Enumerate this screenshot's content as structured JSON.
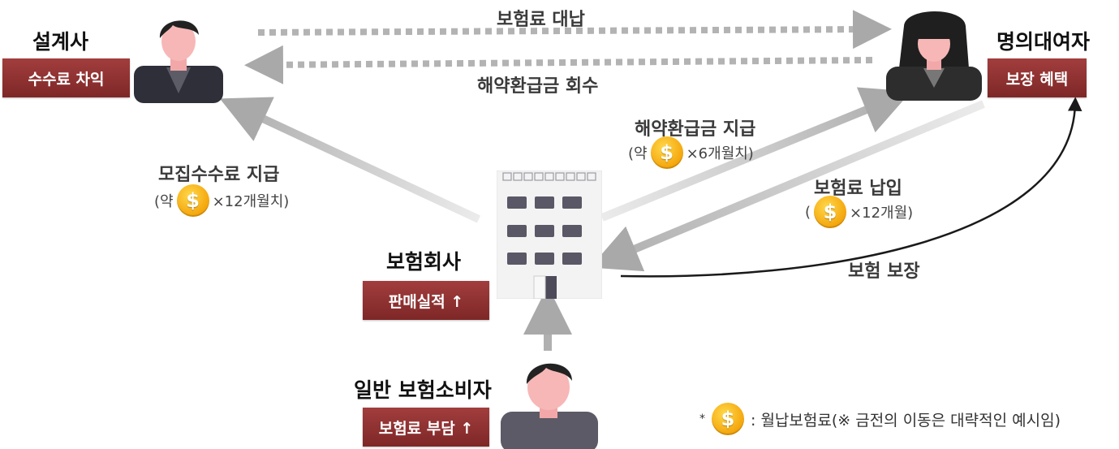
{
  "roles": {
    "designer": {
      "title": "설계사",
      "tag": "수수료 차익"
    },
    "lender": {
      "title": "명의대여자",
      "tag": "보장 혜택"
    },
    "company": {
      "title": "보험회사",
      "tag": "판매실적 ↑"
    },
    "consumer": {
      "title": "일반 보험소비자",
      "tag": "보험료 부담 ↑"
    }
  },
  "flows": {
    "premium_proxy": "보험료 대납",
    "refund_recover": "해약환급금 회수",
    "commission": {
      "label": "모집수수료 지급",
      "amount_prefix": "(약",
      "amount_suffix": "×12개월치)"
    },
    "refund_pay": {
      "label": "해약환급금 지급",
      "amount_prefix": "(약",
      "amount_suffix": "×6개월치)"
    },
    "premium_pay": {
      "label": "보험료 납입",
      "amount_prefix": "(",
      "amount_suffix": "×12개월)"
    },
    "coverage": "보험 보장"
  },
  "coin_symbol": "$",
  "legend": {
    "asterisk": "*",
    "text": ": 월납보험료(※ 금전의 이동은 대략적인 예시임)"
  },
  "colors": {
    "tag_red": "#8b2e2e",
    "arrow_gray": "#b0b0b0",
    "coin_gold": "#f4a50b",
    "building_window": "#5a5866"
  }
}
